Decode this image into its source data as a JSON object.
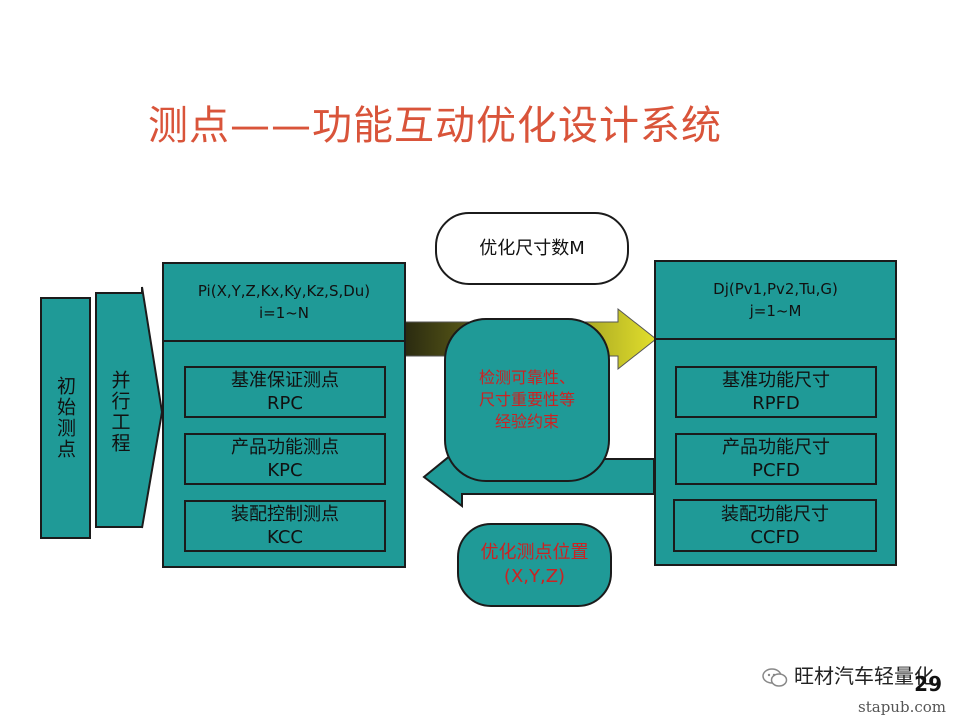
{
  "title": "测点——功能互动优化设计系统",
  "left_label_1": "初始测点",
  "left_label_2": "并行工程",
  "left_panel": {
    "header_line1": "Pi(X,Y,Z,Kx,Ky,Kz,S,Du)",
    "header_line2": "i=1~N",
    "items": [
      {
        "name": "基准保证测点",
        "code": "RPC"
      },
      {
        "name": "产品功能测点",
        "code": "KPC"
      },
      {
        "name": "装配控制测点",
        "code": "KCC"
      }
    ]
  },
  "right_panel": {
    "header_line1": "Dj(Pv1,Pv2,Tu,G)",
    "header_line2": "j=1~M",
    "items": [
      {
        "name": "基准功能尺寸",
        "code": "RPFD"
      },
      {
        "name": "产品功能尺寸",
        "code": "PCFD"
      },
      {
        "name": "装配功能尺寸",
        "code": "CCFD"
      }
    ]
  },
  "top_oval": "优化尺寸数M",
  "center_oval": {
    "line1": "检测可靠性、",
    "line2": "尺寸重要性等",
    "line3": "经验约束"
  },
  "bottom_oval": {
    "line1": "优化测点位置",
    "line2": "(X,Y,Z)"
  },
  "page_number": "29",
  "watermark": "旺材汽车轻量化",
  "site": "stapub.com",
  "colors": {
    "teal": "#1f9a97",
    "title": "#d9543a",
    "center_text": "#cc2222",
    "arrow_yellow": "#d9d62a"
  }
}
